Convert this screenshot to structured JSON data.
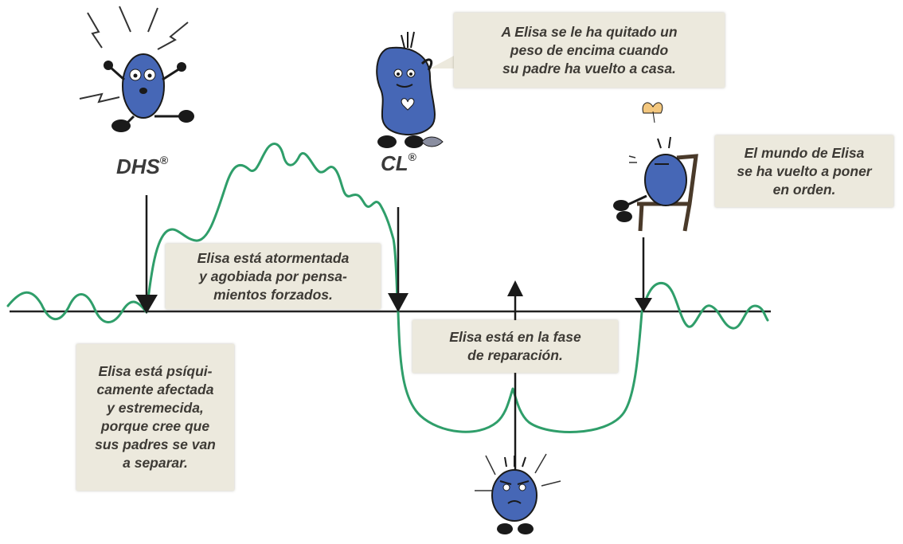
{
  "markers": {
    "dhs": {
      "text": "DHS",
      "reg": "®"
    },
    "cl": {
      "text": "CL",
      "reg": "®"
    }
  },
  "notes": {
    "relief": [
      "A Elisa se le ha quitado un",
      "peso de encima cuando",
      "su padre ha vuelto a casa."
    ],
    "world_order": [
      "El mundo de Elisa",
      "se ha vuelto a poner",
      "en orden."
    ],
    "tormented": [
      "Elisa está atormentada",
      "y agobiada por pensa-",
      "mientos forzados."
    ],
    "repair_phase": [
      "Elisa está en la fase",
      "de reparación."
    ],
    "shaken": [
      "Elisa está psíqui-",
      "camente afectada",
      "y estremecida,",
      "porque cree que",
      "sus padres se van",
      "a separar."
    ]
  },
  "colors": {
    "curve": "#2f9e6a",
    "character": "#4667b6",
    "note_bg": "#ece9dd",
    "ink": "#1a1a1a"
  }
}
